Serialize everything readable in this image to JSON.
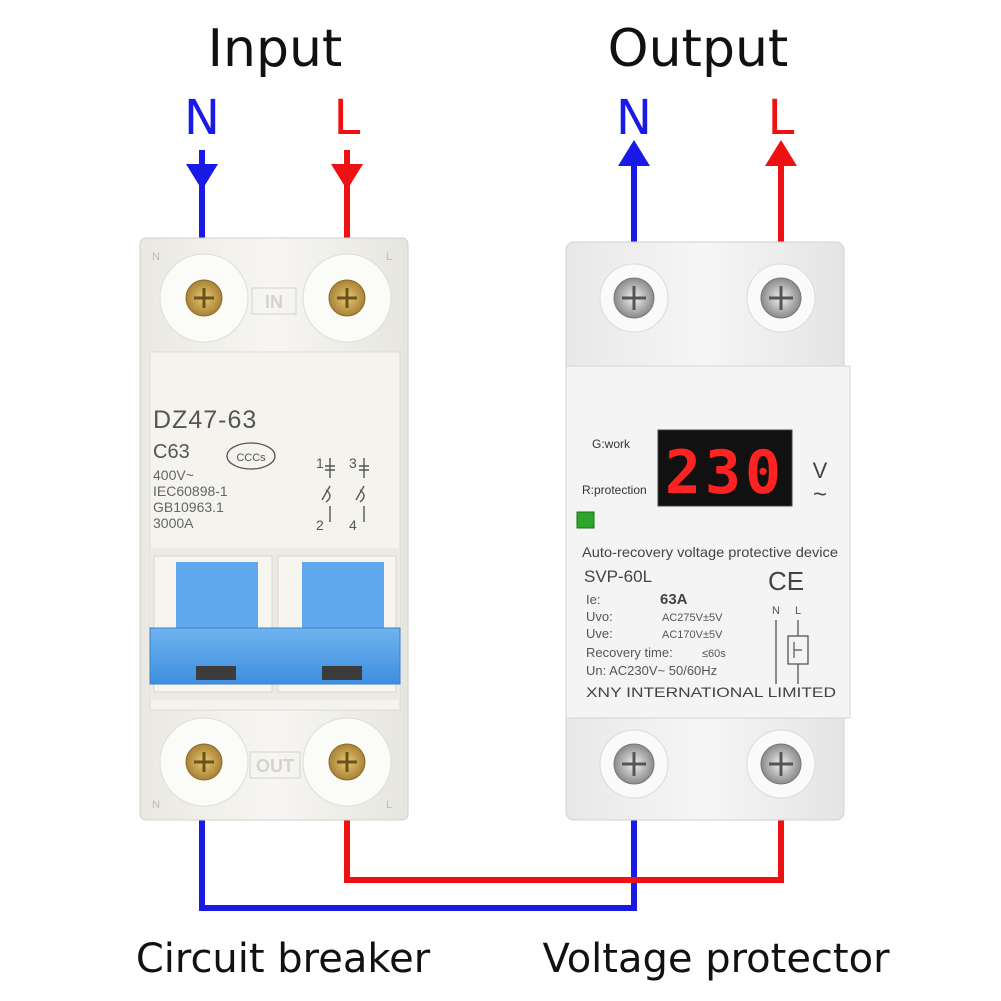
{
  "headings": {
    "input": "Input",
    "output": "Output"
  },
  "wires": {
    "input_n": "N",
    "input_l": "L",
    "output_n": "N",
    "output_l": "L",
    "neutral_color": "#1a1ae6",
    "live_color": "#ee1111"
  },
  "breaker": {
    "corner_n_top": "N",
    "corner_l_top": "L",
    "in_label": "IN",
    "out_label": "OUT",
    "corner_n_bottom": "N",
    "corner_l_bottom": "L",
    "model": "DZ47-63",
    "rating": "C63",
    "cert": "CCCs",
    "specs": [
      "400V~",
      "IEC60898-1",
      "GB10963.1",
      "3000A"
    ],
    "terminals": [
      "1",
      "3",
      "2",
      "4"
    ],
    "caption": "Circuit breaker"
  },
  "protector": {
    "work_label": "G:work",
    "protection_label": "R:protection",
    "display_value": "230",
    "unit": "V",
    "unit_symbol": "~",
    "description": "Auto-recovery voltage protective device",
    "model": "SVP-60L",
    "mark": "CE",
    "specs": [
      {
        "key": "Ie:",
        "value": "63A"
      },
      {
        "key": "Uvo:",
        "value": "AC275V±5V"
      },
      {
        "key": "Uve:",
        "value": "AC170V±5V"
      },
      {
        "key": "Recovery time:",
        "value": "≤60s"
      }
    ],
    "supply": "Un: AC230V~ 50/60Hz",
    "manufacturer": "XNY INTERNATIONAL LIMITED",
    "schematic_n": "N",
    "schematic_l": "L",
    "caption": "Voltage protector"
  }
}
